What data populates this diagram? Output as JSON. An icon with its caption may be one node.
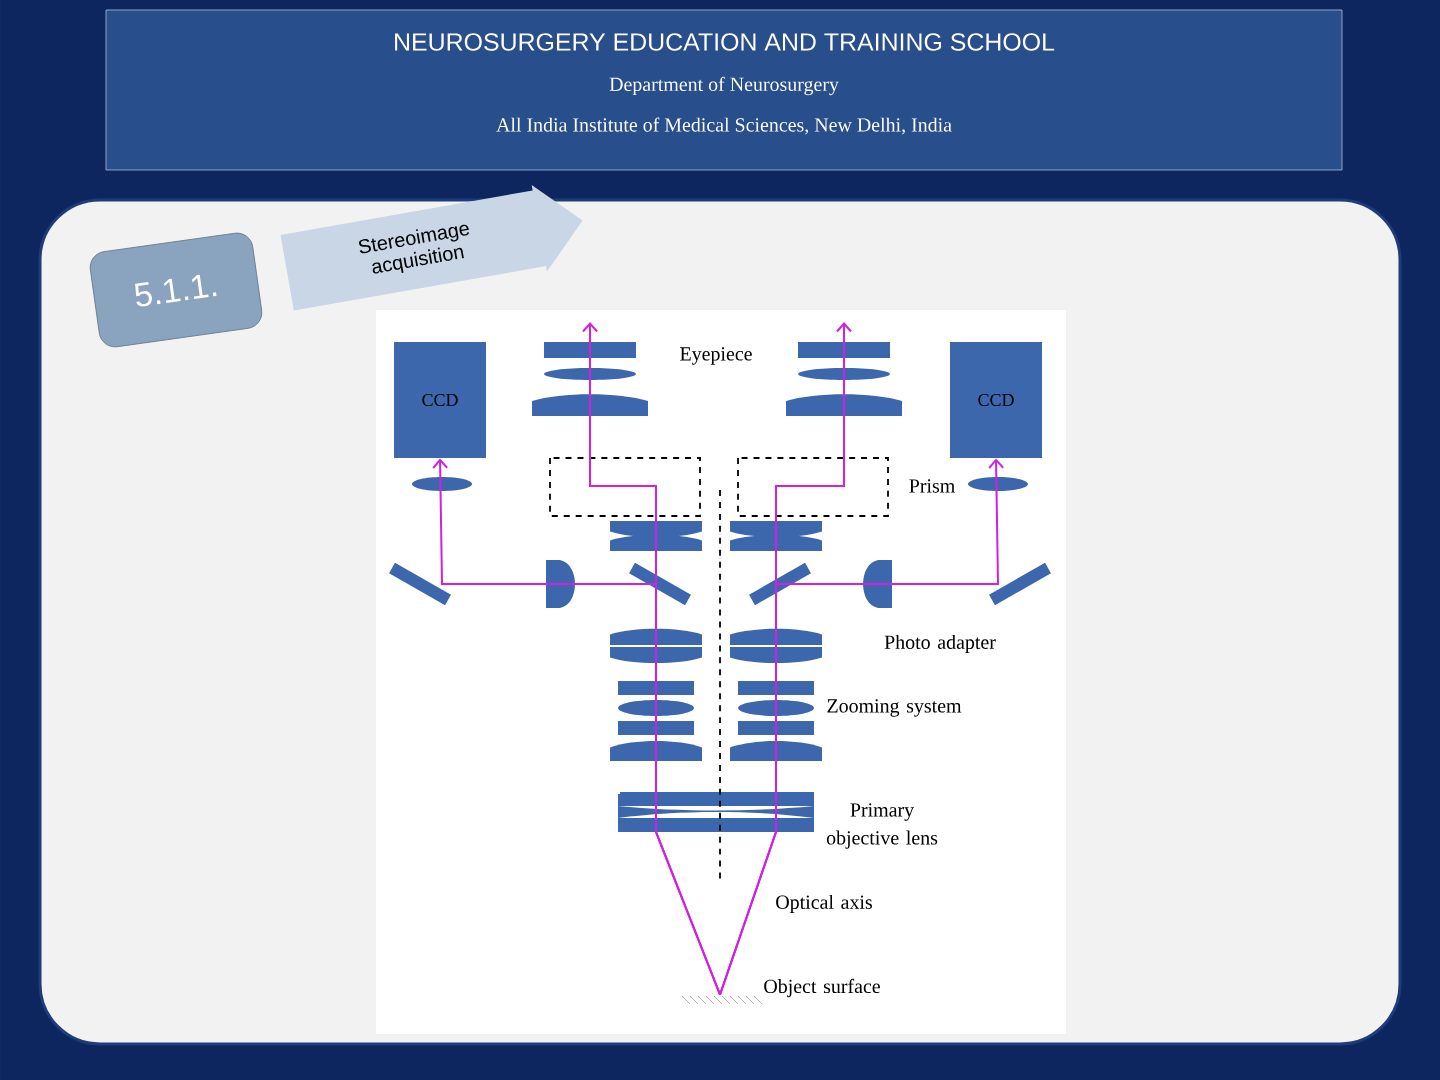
{
  "diagram": {
    "nodes": [
      {
        "text": [
          "NEUROSURGERY EDUCATION AND TRAINING SCHOOL",
          "Department of Neurosurgery",
          "All India Institute of Medical Sciences, New Delhi, India"
        ]
      },
      {
        "text": [
          "5.1.1."
        ]
      },
      {
        "text": [
          "Stereoimage acquisition"
        ]
      },
      {
        "text": [
          "CCD"
        ]
      },
      {
        "text": [
          "CCD"
        ]
      },
      {
        "text": [],
        "shape": "box",
        "beside": [
          "Object surface"
        ]
      }
    ],
    "edges": [
      {
        "from": 5,
        "to": 3,
        "arrow": "to"
      },
      {
        "from": 5,
        "to": null,
        "arrow": "to"
      },
      {
        "from": 5,
        "to": 4,
        "arrow": "to"
      },
      {
        "from": 5,
        "to": null,
        "arrow": "to"
      }
    ],
    "labels": [
      "Eyepiece",
      "Prism",
      "Photo adapter",
      "Zooming system",
      "Primary objective lens",
      "Optical axis"
    ]
  }
}
